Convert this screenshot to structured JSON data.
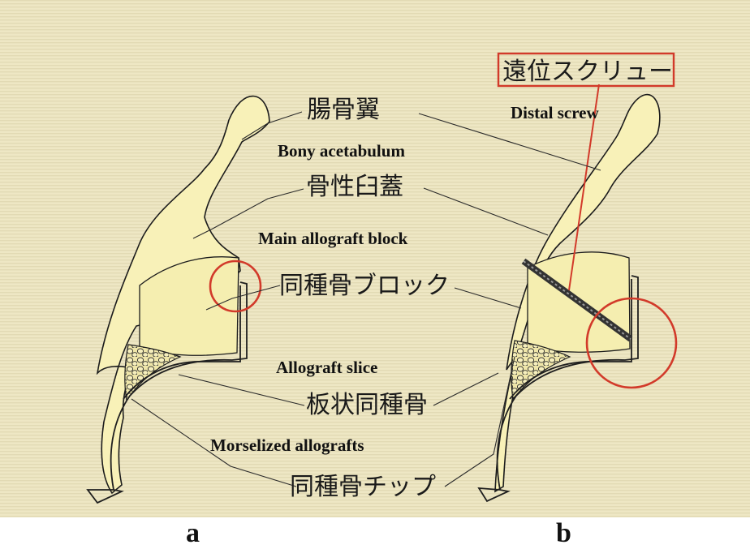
{
  "colors": {
    "background": "#efe8c6",
    "bone_fill": "#f8f1b8",
    "outline": "#1c1c1c",
    "highlight": "#d23a2a"
  },
  "labels": {
    "ilium_jp": "腸骨翼",
    "distal_screw_jp": "遠位スクリュー",
    "distal_screw_en": "Distal screw",
    "bony_acetabulum_en": "Bony acetabulum",
    "bony_acetabulum_jp": "骨性臼蓋",
    "main_allograft_en": "Main allograft block",
    "main_allograft_jp": "同種骨ブロック",
    "allograft_slice_en": "Allograft slice",
    "allograft_slice_jp": "板状同種骨",
    "morselized_en": "Morselized allografts",
    "morselized_jp": "同種骨チップ"
  },
  "panels": {
    "a": "a",
    "b": "b"
  }
}
